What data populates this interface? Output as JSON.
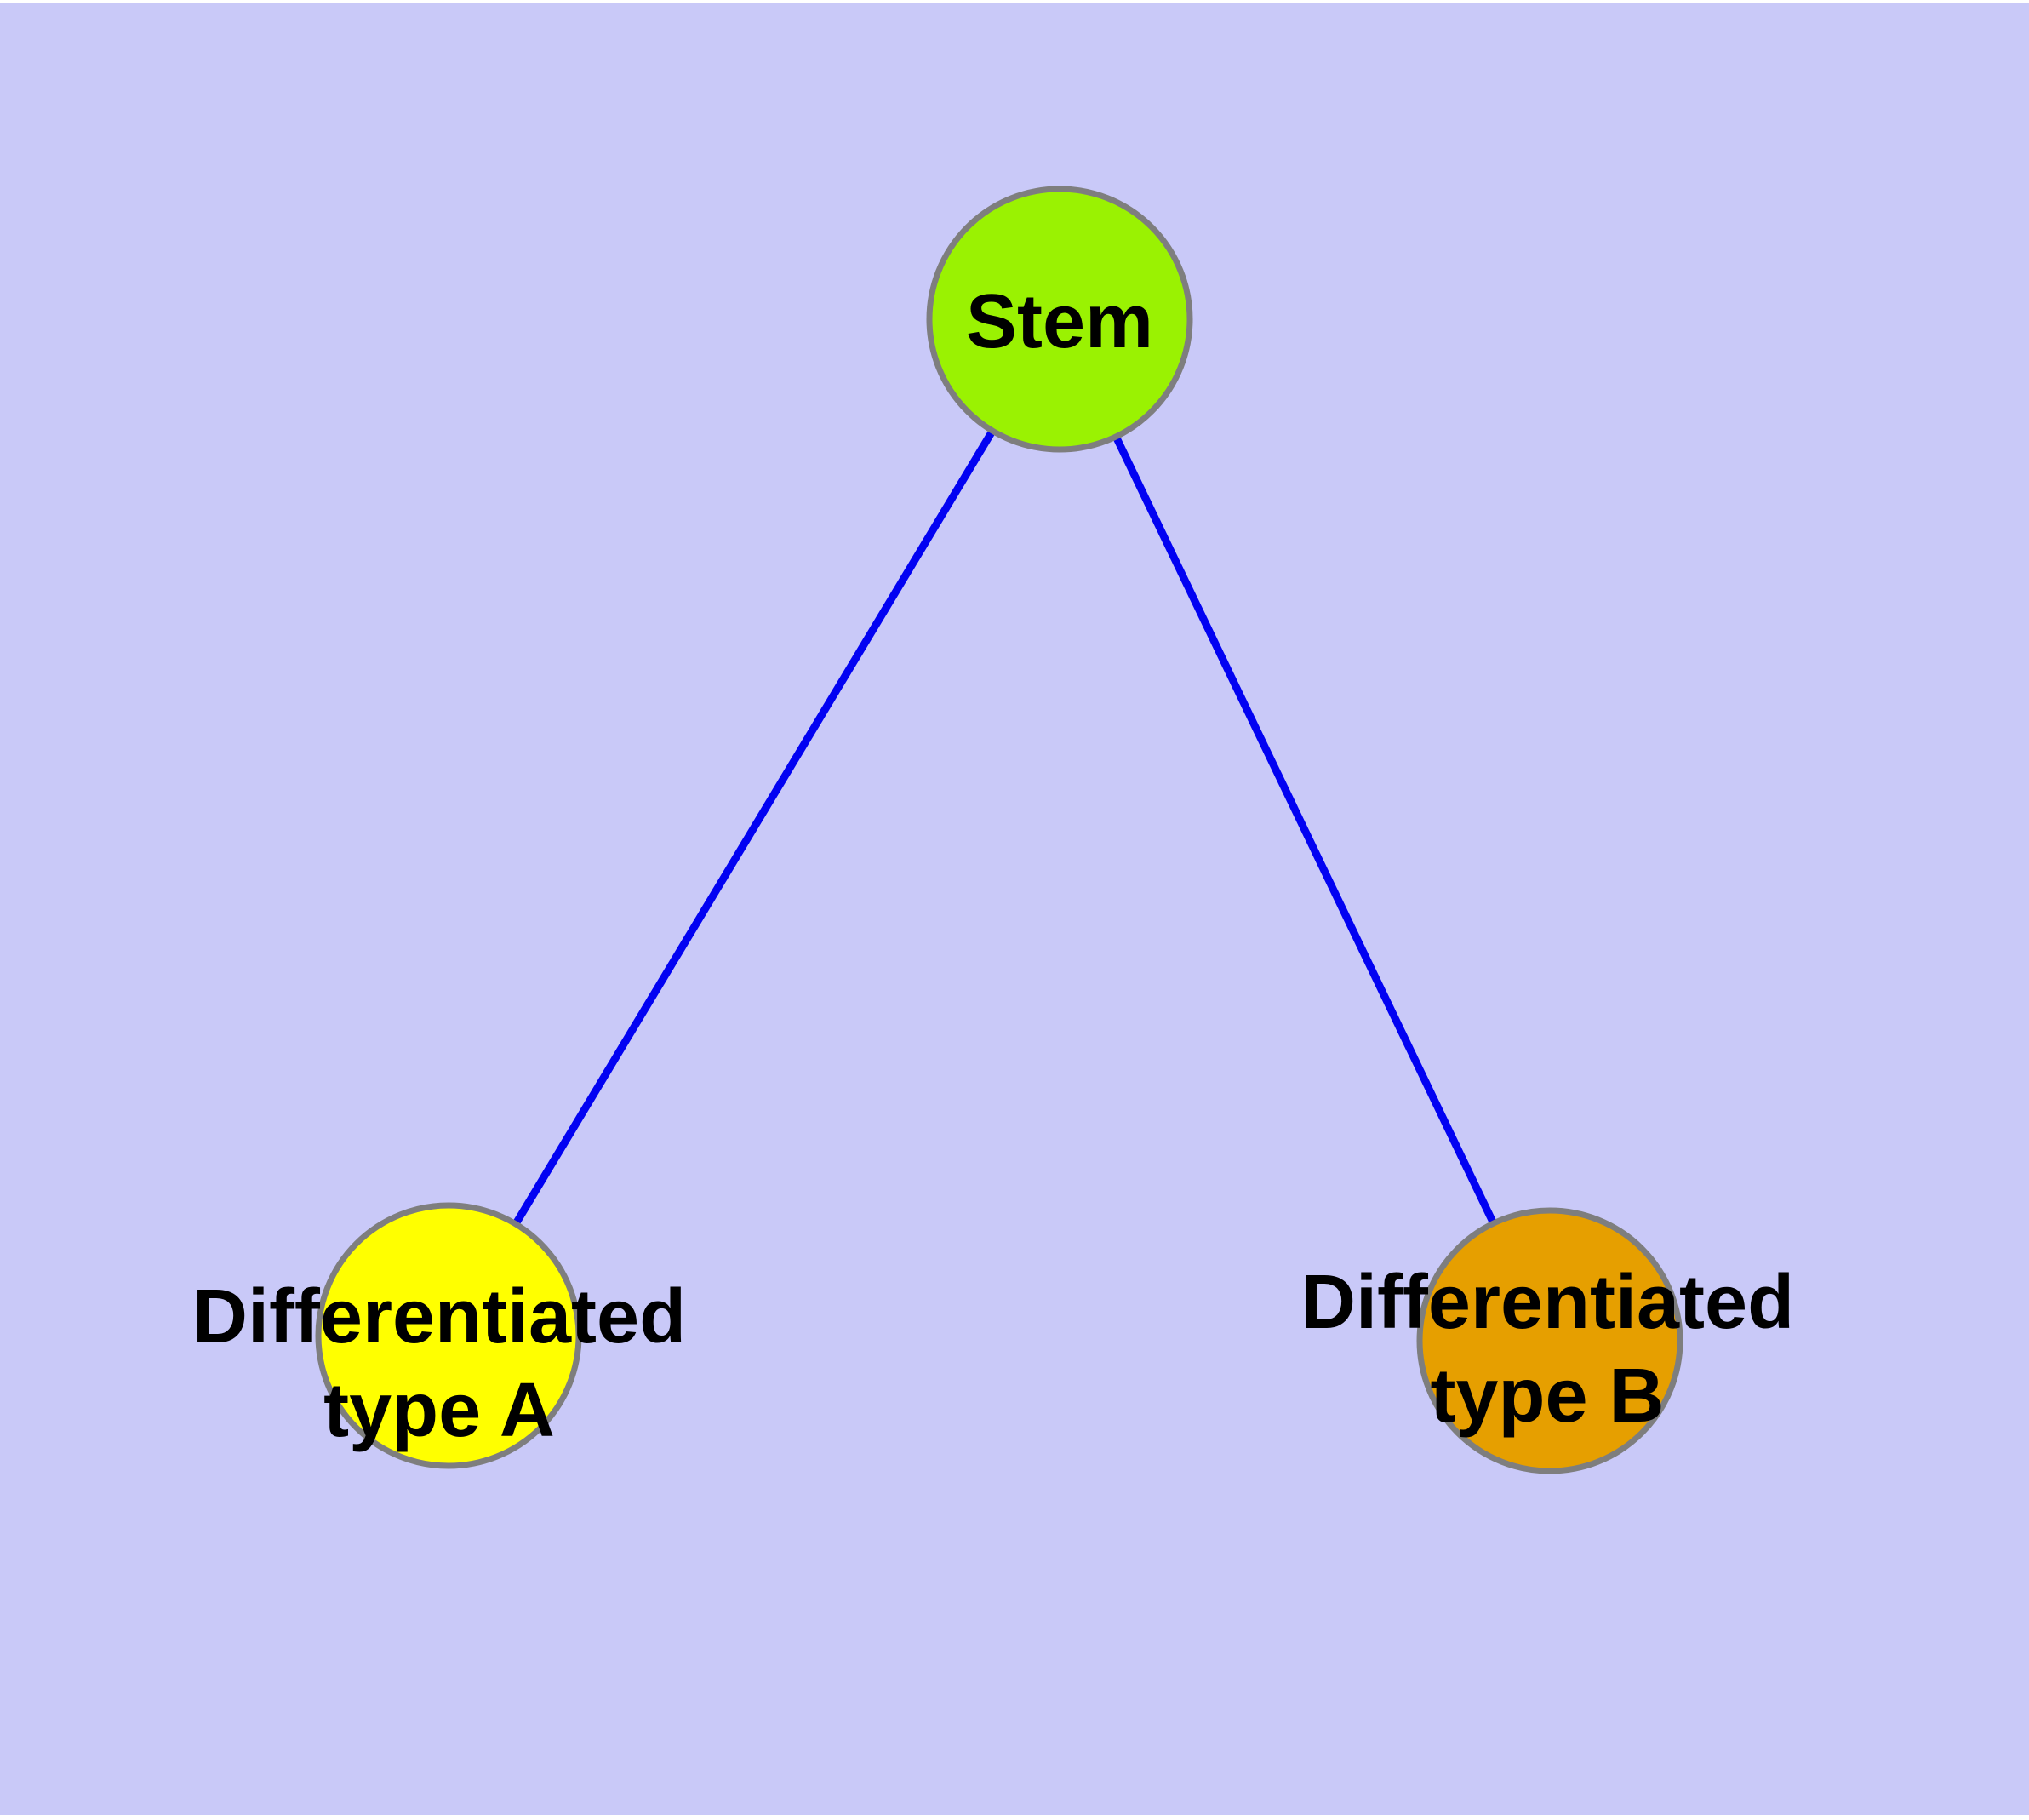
{
  "figure": {
    "background_color": "#c9c9f8",
    "margin_color": "#ffffff"
  },
  "nodes": {
    "stem": {
      "label": "Stem",
      "fill": "#9af202",
      "border": "#7e7e7e"
    },
    "type_a": {
      "label_line1": "Differentiated",
      "label_line2": "type A",
      "fill": "#ffff00",
      "border": "#7e7e7e"
    },
    "type_b": {
      "label_line1": "Differentiated",
      "label_line2": "type B",
      "fill": "#e69f00",
      "border": "#7e7e7e"
    }
  },
  "edges": {
    "color": "#0202f2",
    "list": [
      {
        "from": "Stem",
        "to": "Differentiated type A"
      },
      {
        "from": "Stem",
        "to": "Differentiated type B"
      }
    ]
  }
}
